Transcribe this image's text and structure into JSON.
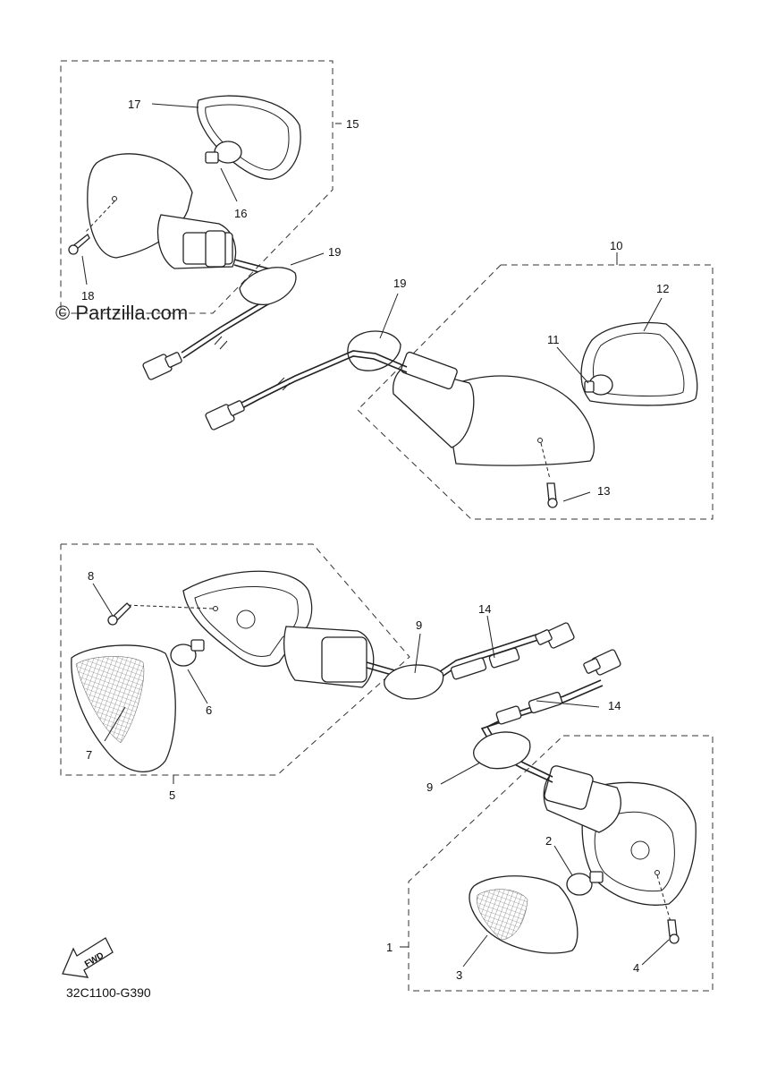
{
  "watermark": "© Partzilla.com",
  "diagram_code": "32C1100-G390",
  "fwd_label": "FWD",
  "callouts": {
    "c1": "1",
    "c2": "2",
    "c3": "3",
    "c4": "4",
    "c5": "5",
    "c6": "6",
    "c7": "7",
    "c8": "8",
    "c9a": "9",
    "c9b": "9",
    "c10": "10",
    "c11": "11",
    "c12": "12",
    "c13": "13",
    "c14a": "14",
    "c14b": "14",
    "c15": "15",
    "c16": "16",
    "c17": "17",
    "c18": "18",
    "c19a": "19",
    "c19b": "19"
  }
}
